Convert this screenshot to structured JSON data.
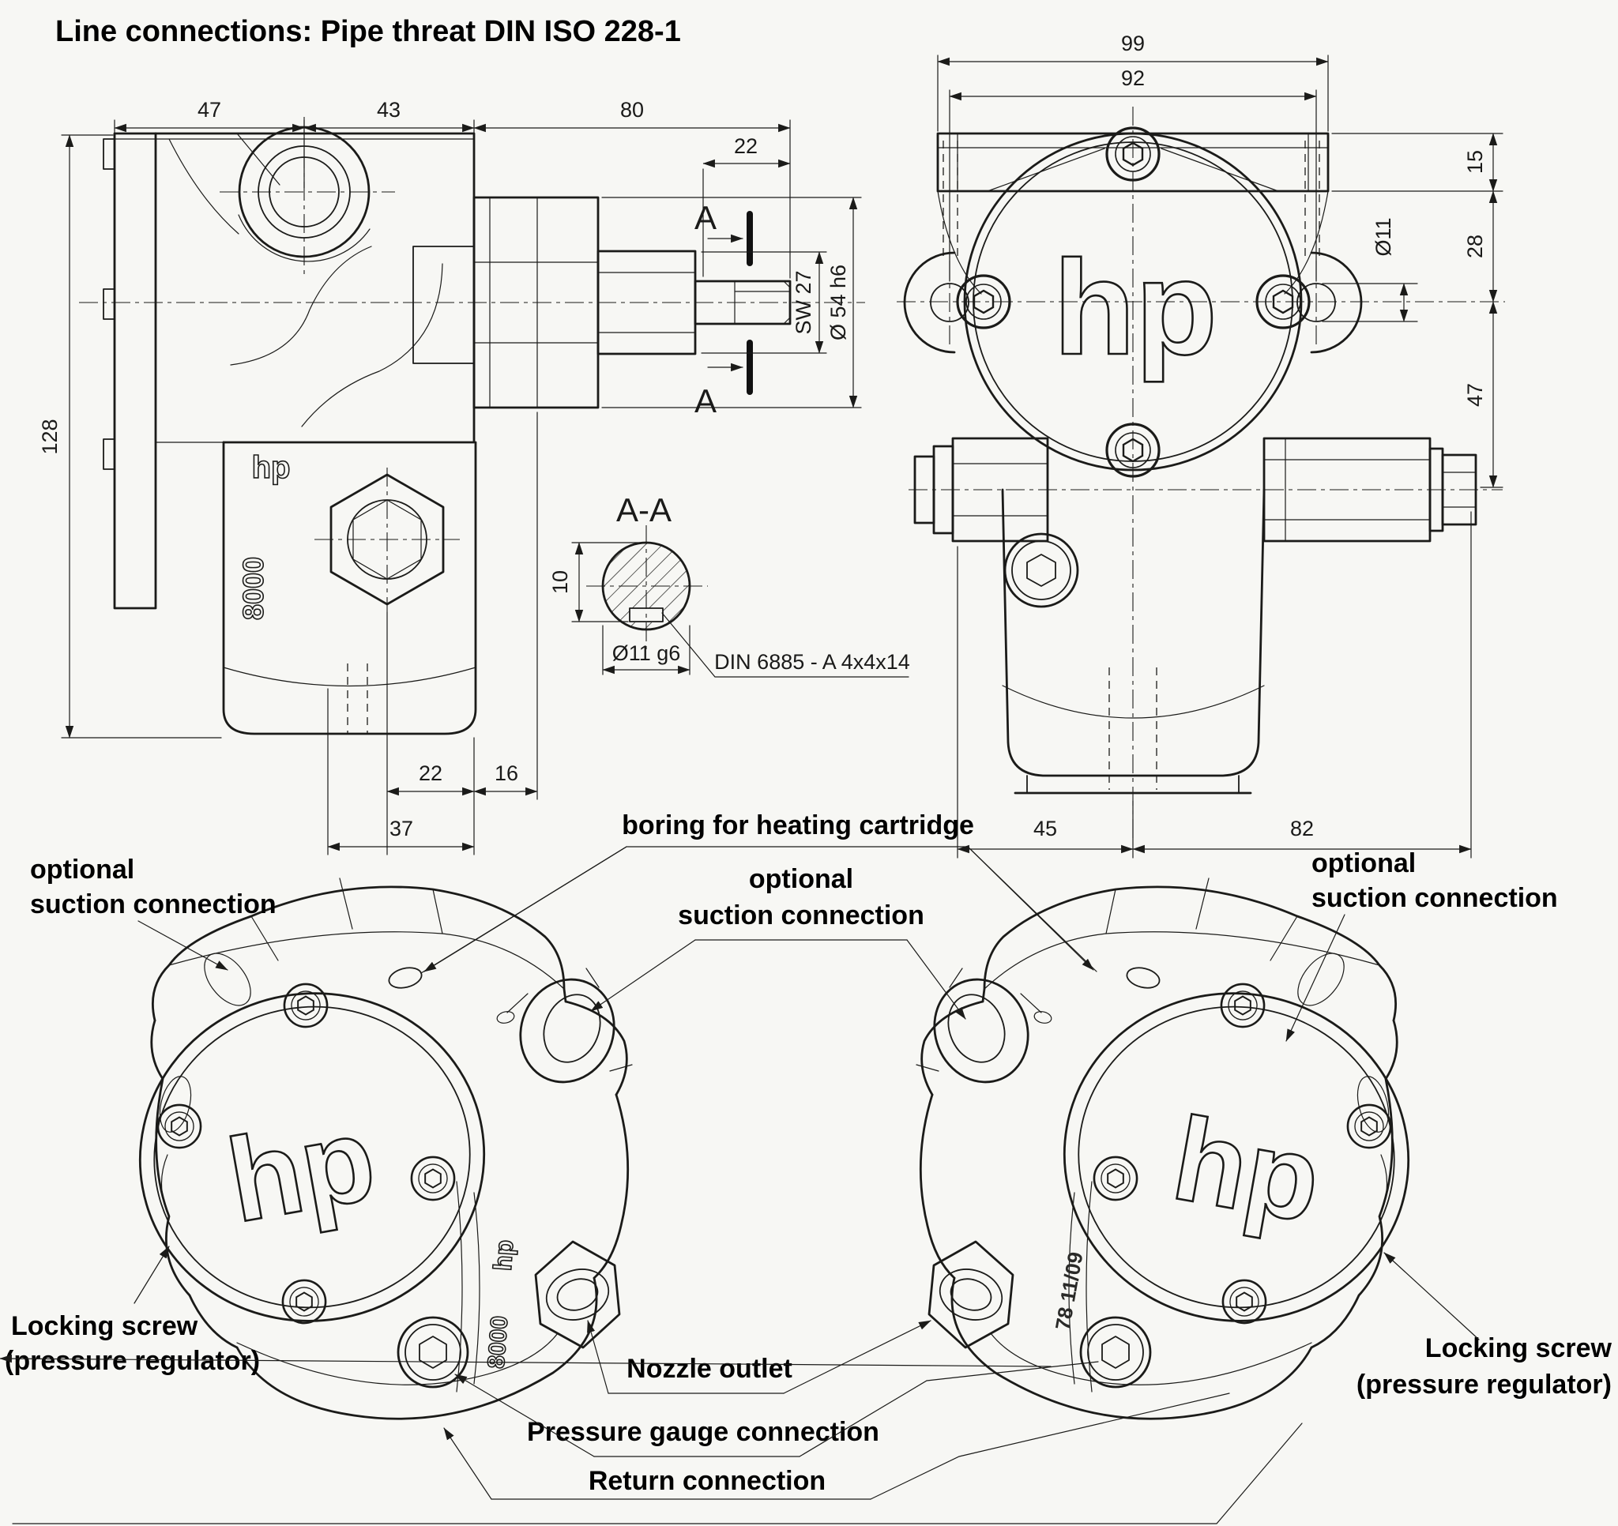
{
  "title": "Line connections: Pipe threat DIN ISO 228-1",
  "brand": {
    "logo": "hp",
    "model": "8000",
    "date_stamp": "78 11/09"
  },
  "side_view": {
    "dim_width_1": "47",
    "dim_width_2": "43",
    "dim_width_3": "80",
    "dim_shaft_end": "22",
    "dim_wrench": "SW 27",
    "dim_shaft_dia": "Ø 54 h6",
    "dim_height": "128",
    "dim_bottom_1": "22",
    "dim_bottom_2": "16",
    "dim_bottom_3": "37",
    "section_mark": "A"
  },
  "front_view": {
    "dim_width_total": "99",
    "dim_hole_spacing": "92",
    "dim_flange": "15",
    "dim_lug": "28",
    "dim_lug_hole": "Ø11",
    "dim_shaft_center": "47",
    "dim_bottom_left": "45",
    "dim_bottom_right": "82"
  },
  "section_view": {
    "title": "A-A",
    "dim_key_height": "10",
    "dim_shaft_dia": "Ø11 g6",
    "key_spec": "DIN 6885 - A 4x4x14"
  },
  "callouts": {
    "suction_line1": "optional",
    "suction_line2": "suction connection",
    "boring": "boring for heating cartridge",
    "locking_line1": "Locking screw",
    "locking_line2": "(pressure regulator)",
    "nozzle": "Nozzle outlet",
    "pressure": "Pressure gauge connection",
    "return_conn": "Return connection"
  }
}
